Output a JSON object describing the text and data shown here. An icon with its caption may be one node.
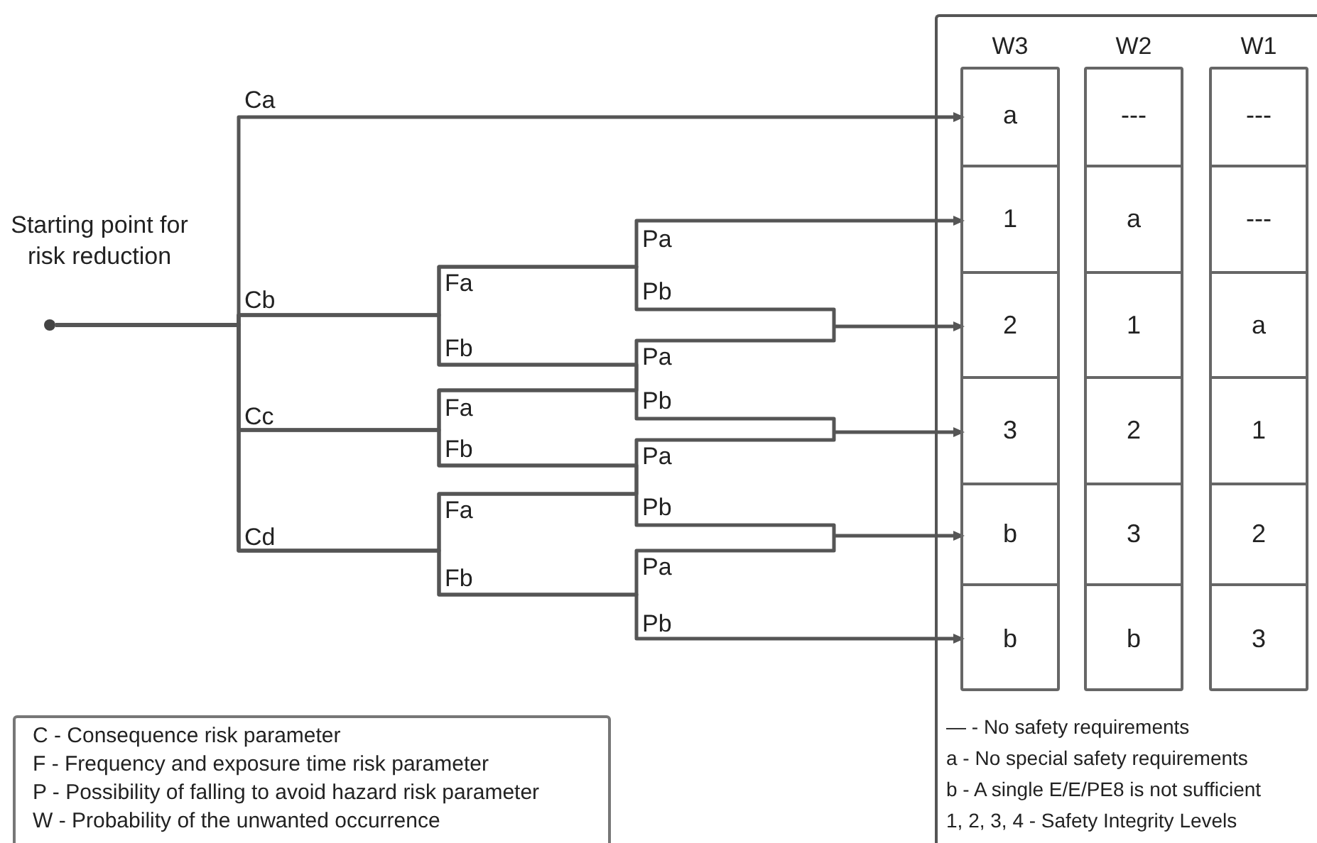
{
  "diagram": {
    "nodes": [
      {
        "text": [],
        "shape": "circle",
        "beside": [
          "Starting point for risk reduction"
        ]
      },
      {
        "text": [],
        "shape": "box"
      },
      {
        "text": [
          "W3"
        ],
        "in": 1
      },
      {
        "text": [
          "W2"
        ],
        "in": 1
      },
      {
        "text": [
          "W1"
        ],
        "in": 1
      },
      {
        "text": [
          "a"
        ],
        "in": 2
      },
      {
        "text": [
          "1"
        ],
        "in": 2
      },
      {
        "text": [
          "2"
        ],
        "in": 2
      },
      {
        "text": [
          "3"
        ],
        "in": 2
      },
      {
        "text": [
          "b"
        ],
        "in": 2
      },
      {
        "text": [
          "b"
        ],
        "in": 2
      },
      {
        "text": [
          "---"
        ],
        "in": 3
      },
      {
        "text": [
          "a"
        ],
        "in": 3
      },
      {
        "text": [
          "1"
        ],
        "in": 3
      },
      {
        "text": [
          "2"
        ],
        "in": 3
      },
      {
        "text": [
          "3"
        ],
        "in": 3
      },
      {
        "text": [
          "b"
        ],
        "in": 3
      },
      {
        "text": [
          "---"
        ],
        "in": 4
      },
      {
        "text": [
          "---"
        ],
        "in": 4
      },
      {
        "text": [
          "a"
        ],
        "in": 4
      },
      {
        "text": [
          "1"
        ],
        "in": 4
      },
      {
        "text": [
          "2"
        ],
        "in": 4
      },
      {
        "text": [
          "3"
        ],
        "in": 4
      },
      {
        "text": [
          "C - Consequence risk parameter",
          "F - Frequency and exposure time risk parameter",
          "P - Possibility of falling to avoid hazard risk parameter",
          "W - Probability of the unwanted occurrence"
        ]
      }
    ],
    "edges": [
      {
        "from": 0,
        "to": 5,
        "arrow": "to"
      },
      {
        "from": 0,
        "to": 6,
        "arrow": "to"
      },
      {
        "from": 0,
        "to": 7,
        "arrow": "to"
      },
      {
        "from": 0,
        "to": 8,
        "arrow": "to"
      },
      {
        "from": 0,
        "to": 9,
        "arrow": "to"
      },
      {
        "from": 0,
        "to": 10,
        "arrow": "to"
      }
    ],
    "labels": [
      "Ca",
      "Pa",
      "Fa",
      "Pb",
      "Cb",
      "Fb",
      "Pa",
      "Pb",
      "Fa",
      "Cc",
      "Fb",
      "Pa",
      "Pb",
      "Fa",
      "Cd",
      "Pa",
      "Fb",
      "Pb",
      "— - No safety requirements",
      "a - No special safety requirements",
      "b - A single E/E/PE8 is not sufficient",
      "1, 2, 3, 4 - Safety Integrity Levels"
    ]
  }
}
